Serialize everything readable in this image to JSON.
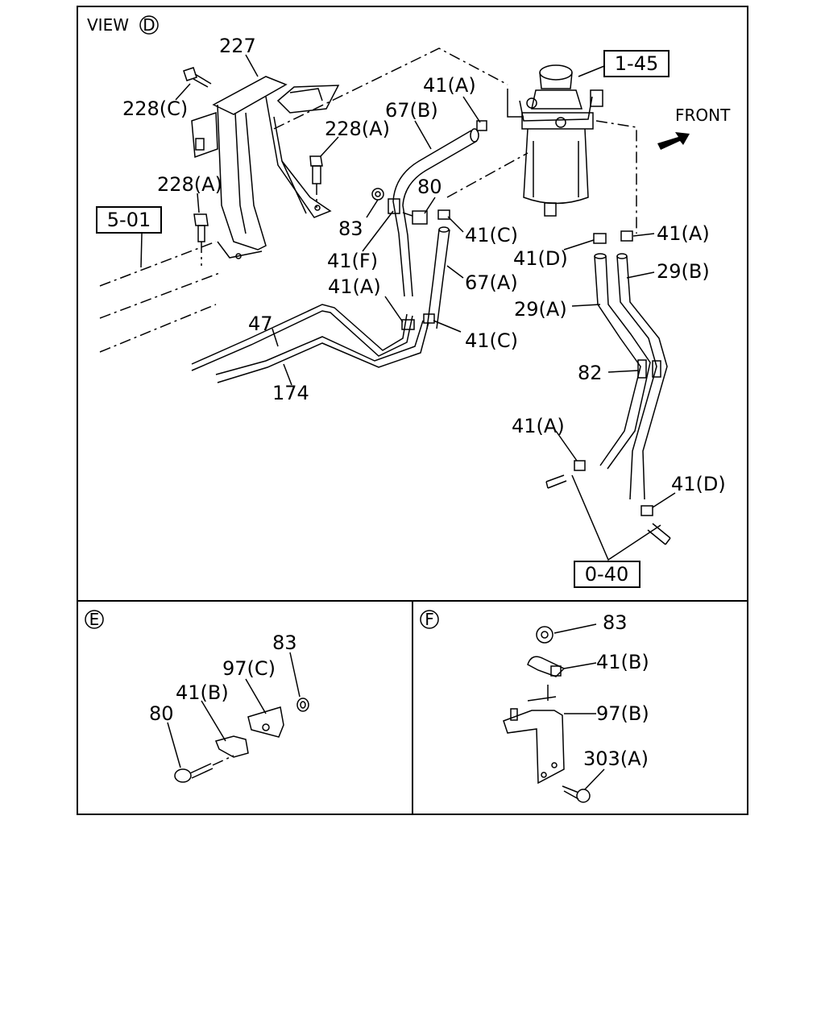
{
  "view_title": "VIEW",
  "view_marker": "D",
  "front_label": "FRONT",
  "detail_e_marker": "E",
  "detail_f_marker": "F",
  "boxed_labels": {
    "b145": "1-45",
    "b501": "5-01",
    "b040": "0-40"
  },
  "labels": {
    "l227": "227",
    "l228c": "228(C)",
    "l228a_1": "228(A)",
    "l228a_2": "228(A)",
    "l41a_1": "41(A)",
    "l67b": "67(B)",
    "l80": "80",
    "l83": "83",
    "l41c_1": "41(C)",
    "l41f": "41(F)",
    "l41a_2": "41(A)",
    "l67a": "67(A)",
    "l41c_2": "41(C)",
    "l47": "47",
    "l174": "174",
    "l41d_1": "41(D)",
    "l41a_3": "41(A)",
    "l29b": "29(B)",
    "l29a": "29(A)",
    "l82": "82",
    "l41a_4": "41(A)",
    "l41d_2": "41(D)",
    "e83": "83",
    "e97c": "97(C)",
    "e41b": "41(B)",
    "e80": "80",
    "f83": "83",
    "f41b": "41(B)",
    "f97b": "97(B)",
    "f303a": "303(A)"
  }
}
